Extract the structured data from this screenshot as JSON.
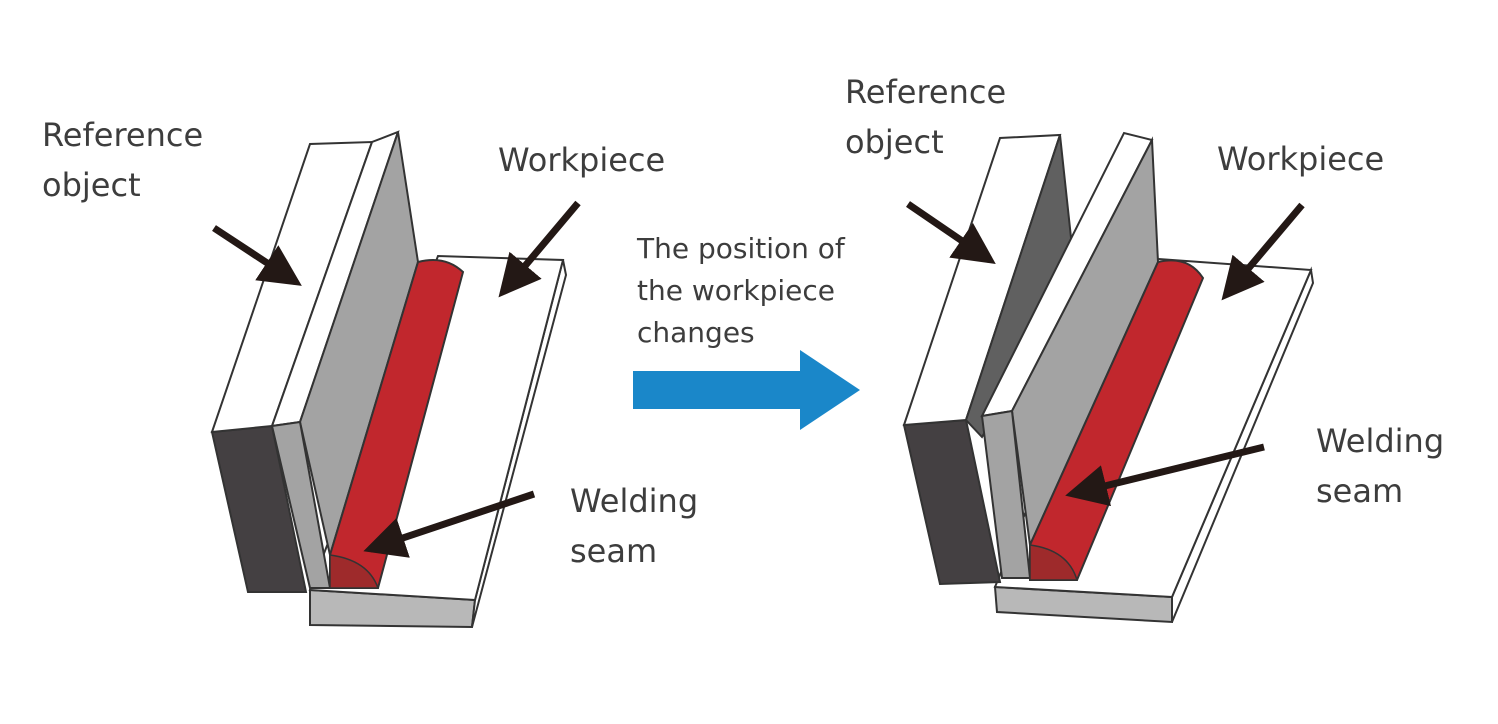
{
  "left_scene": {
    "reference_label": [
      "Reference",
      "object"
    ],
    "workpiece_label": "Workpiece",
    "seam_label": [
      "Welding",
      "seam"
    ]
  },
  "transition": {
    "text": [
      "The position of",
      "the workpiece",
      "changes"
    ]
  },
  "right_scene": {
    "reference_label": [
      "Reference",
      "object"
    ],
    "workpiece_label": "Workpiece",
    "seam_label": [
      "Welding",
      "seam"
    ]
  },
  "colors": {
    "outline": "#333333",
    "reference_face": "#ffffff",
    "reference_side": "#444042",
    "reference_inner": "#606060",
    "workpiece_face": "#a3a3a3",
    "seam": "#c1272d",
    "seam_end": "#9e2a2b",
    "arrow_black": "#231815",
    "arrow_blue": "#1a87c9",
    "text": "#3d3d3d"
  }
}
